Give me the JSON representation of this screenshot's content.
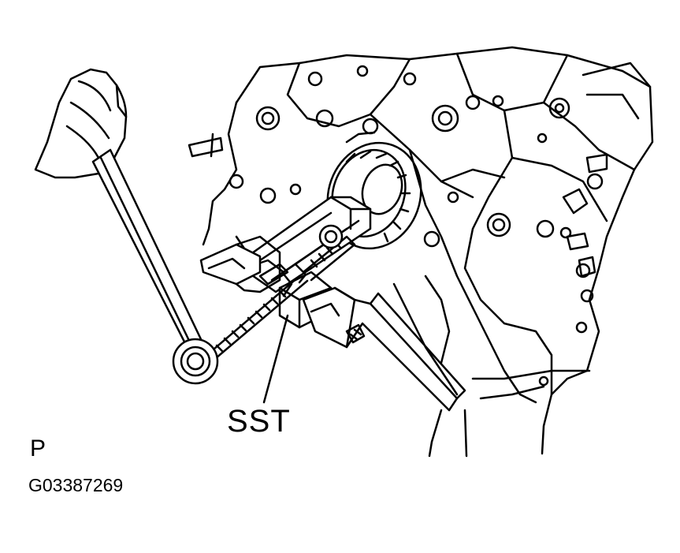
{
  "figure": {
    "callout_label": "SST",
    "view_letter": "P",
    "figure_code": "G03387269"
  },
  "colors": {
    "ink": "#000000",
    "paper": "#ffffff"
  },
  "parts": [
    "hand-icon",
    "wrench-icon",
    "engine-block",
    "timing-gear",
    "sst-puller-tool",
    "adjustable-wrench-icon"
  ]
}
